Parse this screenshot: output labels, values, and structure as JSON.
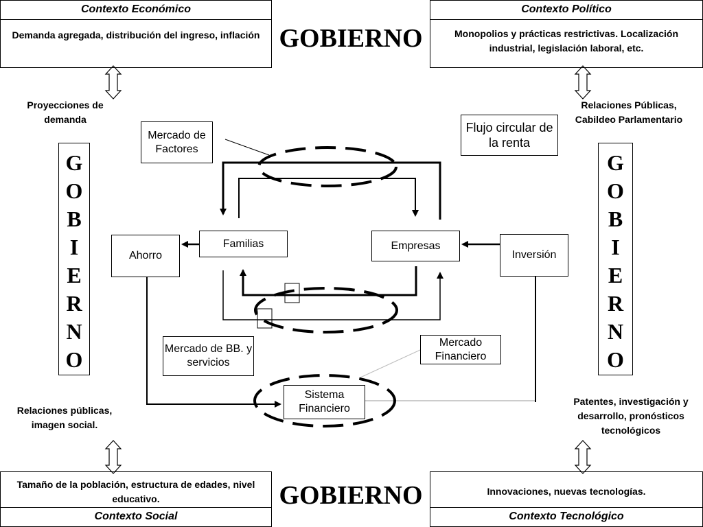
{
  "contexts": {
    "economico": {
      "title": "Contexto Económico",
      "text": "Demanda agregada, distribución del ingreso, inflación"
    },
    "politico": {
      "title": "Contexto Político",
      "text": "Monopolios y prácticas restrictivas. Localización industrial, legislación laboral, etc."
    },
    "social": {
      "title": "Contexto Social",
      "text": "Tamaño de la población, estructura de edades, nivel educativo."
    },
    "tecnologico": {
      "title": "Contexto Tecnológico",
      "text": "Innovaciones, nuevas tecnologías."
    }
  },
  "gobierno_top": "GOBIERNO",
  "gobierno_bottom": "GOBIERNO",
  "gobierno_left": [
    "G",
    "O",
    "B",
    "I",
    "E",
    "R",
    "N",
    "O"
  ],
  "gobierno_right": [
    "G",
    "O",
    "B",
    "I",
    "E",
    "R",
    "N",
    "O"
  ],
  "notes": {
    "proyecciones": "Proyecciones de demanda",
    "relaciones_publicas_cabildeo": "Relaciones Públicas, Cabildeo Parlamentario",
    "relaciones_publicas_imagen": "Relaciones públicas, imagen social.",
    "patentes": "Patentes, investigación y desarrollo, pronósticos tecnológicos"
  },
  "nodes": {
    "flujo": "Flujo circular de la renta",
    "mercado_factores": "Mercado de Factores",
    "familias": "Familias",
    "empresas": "Empresas",
    "ahorro": "Ahorro",
    "inversion": "Inversión",
    "mercado_bb": "Mercado de BB. y servicios",
    "mercado_financiero": "Mercado Financiero",
    "sistema_financiero": "Sistema Financiero"
  },
  "colors": {
    "line": "#000000",
    "thin_line": "#999999",
    "background": "#ffffff"
  }
}
